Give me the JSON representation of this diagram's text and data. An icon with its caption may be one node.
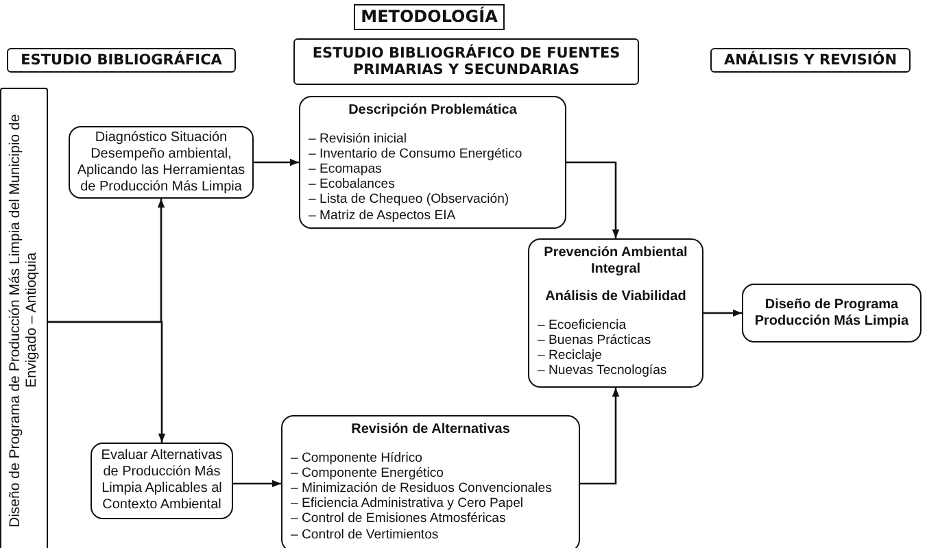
{
  "diagram": {
    "title": "METODOLOGÍA",
    "nodes": [
      {
        "text": [
          "ESTUDIO BIBLIOGRÁFICA"
        ]
      },
      {
        "text": [
          "ESTUDIO BIBLIOGRÁFICO DE FUENTES PRIMARIAS Y SECUNDARIAS"
        ]
      },
      {
        "text": [
          "ANÁLISIS Y REVISIÓN"
        ]
      },
      {
        "text": [
          "Diseño de Programa de Producción Más Limpia del Municipio de Envigado – Antioquia"
        ]
      },
      {
        "text": [
          "Diagnóstico Situación Desempeño ambiental, Aplicando las Herramientas de Producción Más Limpia"
        ]
      },
      {
        "text": [
          "Descripción Problemática",
          "– Revisión inicial",
          "– Inventario de Consumo Energético",
          "– Ecomapas",
          "– Ecobalances",
          "– Lista de Chequeo (Observación)",
          "– Matriz de Aspectos EIA"
        ]
      },
      {
        "text": [
          "Prevención Ambiental Integral",
          "Análisis de Viabilidad",
          "– Ecoeficiencia",
          "– Buenas Prácticas",
          "– Reciclaje",
          "– Nuevas Tecnologías"
        ]
      },
      {
        "text": [
          "Diseño de Programa Producción Más Limpia"
        ]
      },
      {
        "text": [
          "Evaluar Alternativas de Producción Más Limpia Aplicables al Contexto Ambiental"
        ]
      },
      {
        "text": [
          "Revisión de Alternativas",
          "– Componente Hídrico",
          "– Componente Energético",
          "– Minimización de Residuos Convencionales",
          "– Eficiencia Administrativa y Cero Papel",
          "– Control de Emisiones Atmosféricas",
          "– Control de Vertimientos"
        ]
      }
    ],
    "edges": [
      {
        "from": 3,
        "to": 4,
        "arrow": "to"
      },
      {
        "from": 3,
        "to": 8,
        "arrow": "to"
      },
      {
        "from": 4,
        "to": 5,
        "arrow": "to"
      },
      {
        "from": 8,
        "to": 9,
        "arrow": "to"
      },
      {
        "from": 5,
        "to": 6,
        "arrow": "to"
      },
      {
        "from": 9,
        "to": 6,
        "arrow": "to"
      },
      {
        "from": 6,
        "to": 7,
        "arrow": "to"
      }
    ]
  }
}
